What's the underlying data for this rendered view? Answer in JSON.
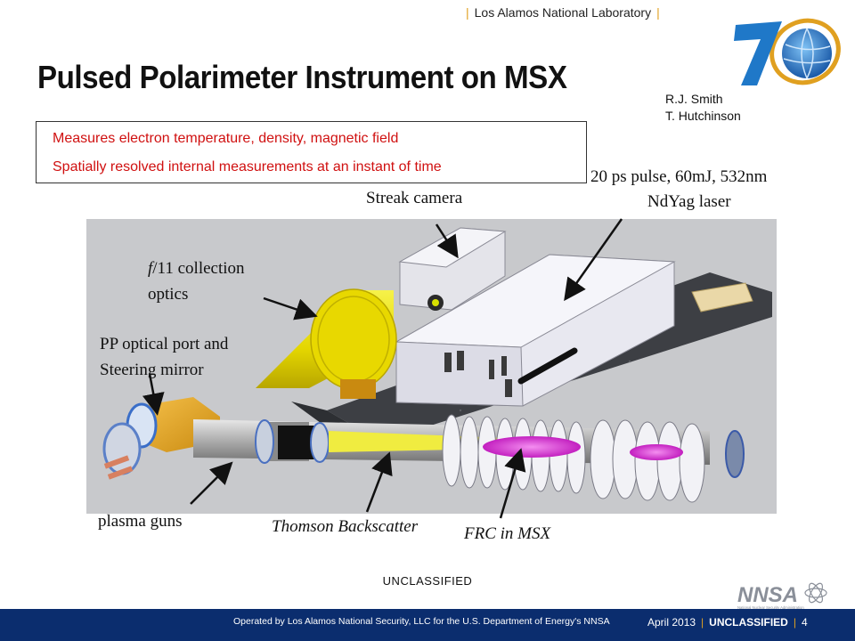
{
  "header": {
    "lab_name": "Los Alamos National Laboratory",
    "logo_text": "70"
  },
  "slide": {
    "title": "Pulsed Polarimeter Instrument on MSX",
    "authors": [
      "R.J. Smith",
      "T. Hutchinson"
    ],
    "bullets": [
      "Measures electron temperature, density, magnetic field",
      "Spatially resolved internal measurements at an instant of time"
    ]
  },
  "callouts": {
    "laser_line1": "20 ps pulse, 60mJ, 532nm",
    "laser_line2": "NdYag laser",
    "streak_camera": "Streak camera",
    "collection_prefix": "f",
    "collection_line1_rest": "/11 collection",
    "collection_line2": "optics",
    "port_line1": "PP optical port and",
    "port_line2": "Steering mirror",
    "plasma_guns": "plasma guns",
    "thomson": "Thomson Backscatter",
    "frc": "FRC in MSX"
  },
  "footer": {
    "classification_center": "UNCLASSIFIED",
    "operated_by": "Operated by Los Alamos National Security, LLC for the U.S. Department of Energy's NNSA",
    "date": "April 2013",
    "classification": "UNCLASSIFIED",
    "page": "4",
    "nnsa_logo": "NNSA",
    "nnsa_subtitle": "National Nuclear Security Administration"
  },
  "colors": {
    "footer_bar": "#0b2d6e",
    "accent_gold": "#e0a020",
    "bullet_red": "#d01010",
    "logo_blue": "#1f78c8"
  }
}
